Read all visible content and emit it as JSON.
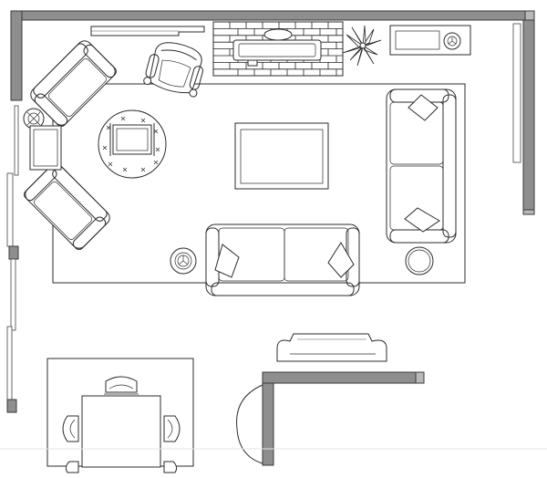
{
  "diagram": {
    "kind": "floor-plan",
    "view": "top-down",
    "colors": {
      "wall_fill": "#8e8e8e",
      "wall_stroke": "#3a3a3a",
      "line": "#2b2b2b",
      "background": "#ffffff"
    },
    "elements": [
      "exterior-walls",
      "fireplace-brick-hearth",
      "mantel-shelf",
      "potted-plant",
      "media-console",
      "area-rug",
      "sofa-right",
      "sofa-bottom",
      "armchair-top-left",
      "armchair-bottom-left",
      "accent-chair",
      "round-side-table",
      "coffee-table",
      "ottoman",
      "dining-table",
      "dining-chairs",
      "entry-bench",
      "doorway-arc",
      "windows-left"
    ]
  }
}
